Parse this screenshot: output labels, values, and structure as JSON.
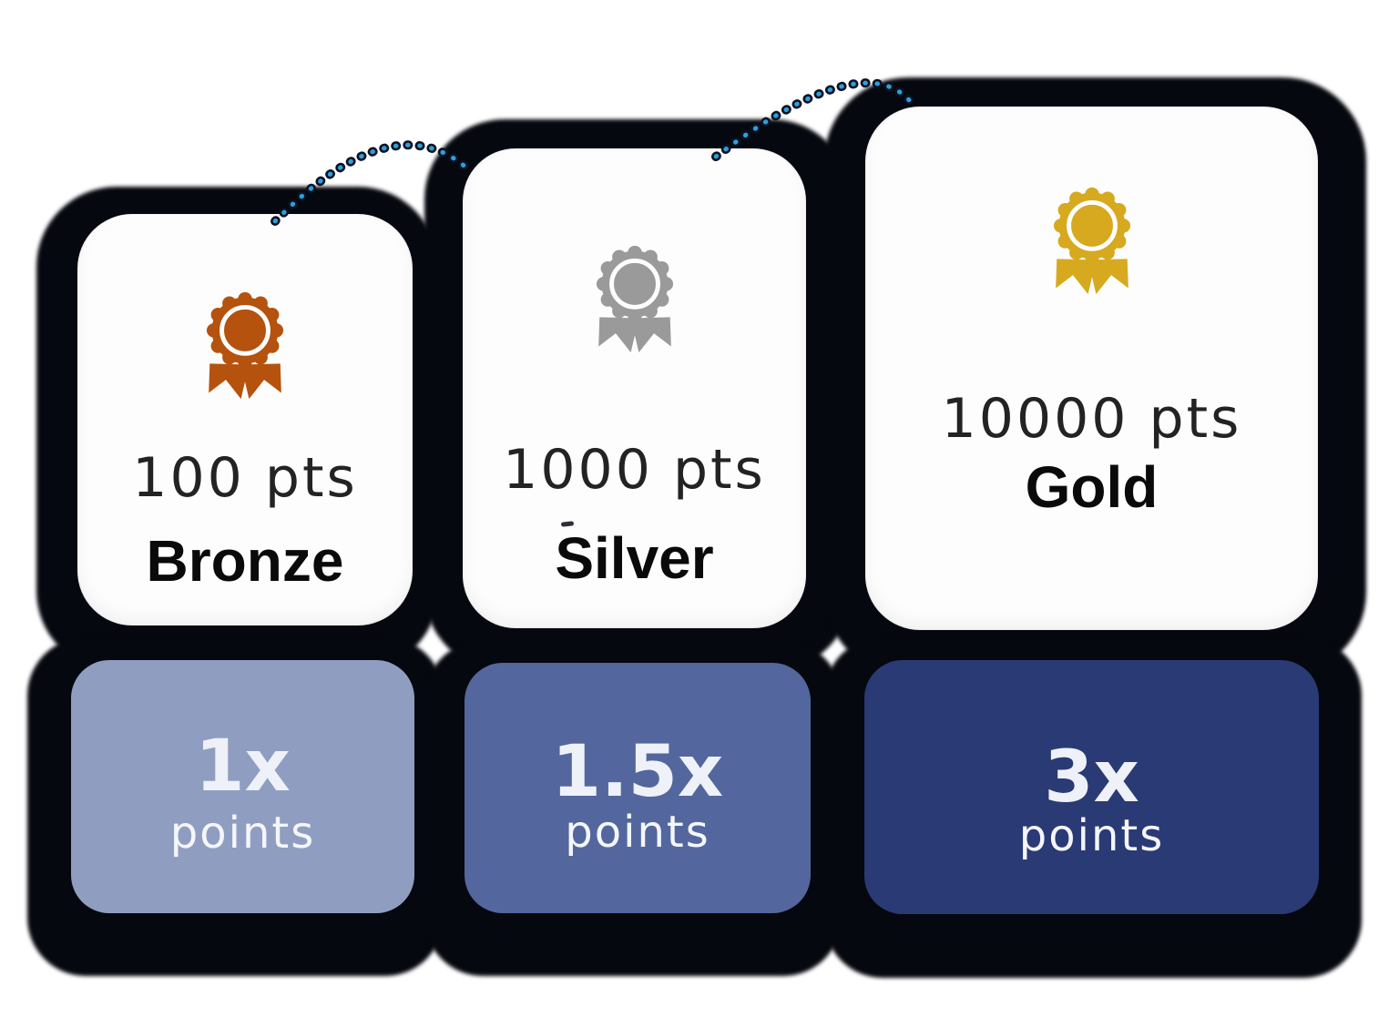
{
  "canvas": {
    "background": "#ffffff",
    "shadow_color": "#06080f",
    "card_color": "#fdfdfd"
  },
  "tiers": [
    {
      "name": "Bronze",
      "points_required": "100 pts",
      "multiplier": "1x",
      "multiplier_unit": "points",
      "icon": "award-ribbon-icon",
      "ribbon_color": "#b4520e",
      "badge_color": "#8f9ec0"
    },
    {
      "name": "Silver",
      "points_required": "1000 pts",
      "multiplier": "1.5x",
      "multiplier_unit": "points",
      "icon": "award-ribbon-icon",
      "ribbon_color": "#9a9a9a",
      "badge_color": "#53679e"
    },
    {
      "name": "Gold",
      "points_required": "10000 pts",
      "multiplier": "3x",
      "multiplier_unit": "points",
      "icon": "award-ribbon-icon",
      "ribbon_color": "#d6a91f",
      "badge_color": "#2a3a75"
    }
  ],
  "connector": {
    "style": "dotted arc hops between tiers",
    "dot_color": "#2f9fdc",
    "dot_outline": "#0b1322"
  }
}
